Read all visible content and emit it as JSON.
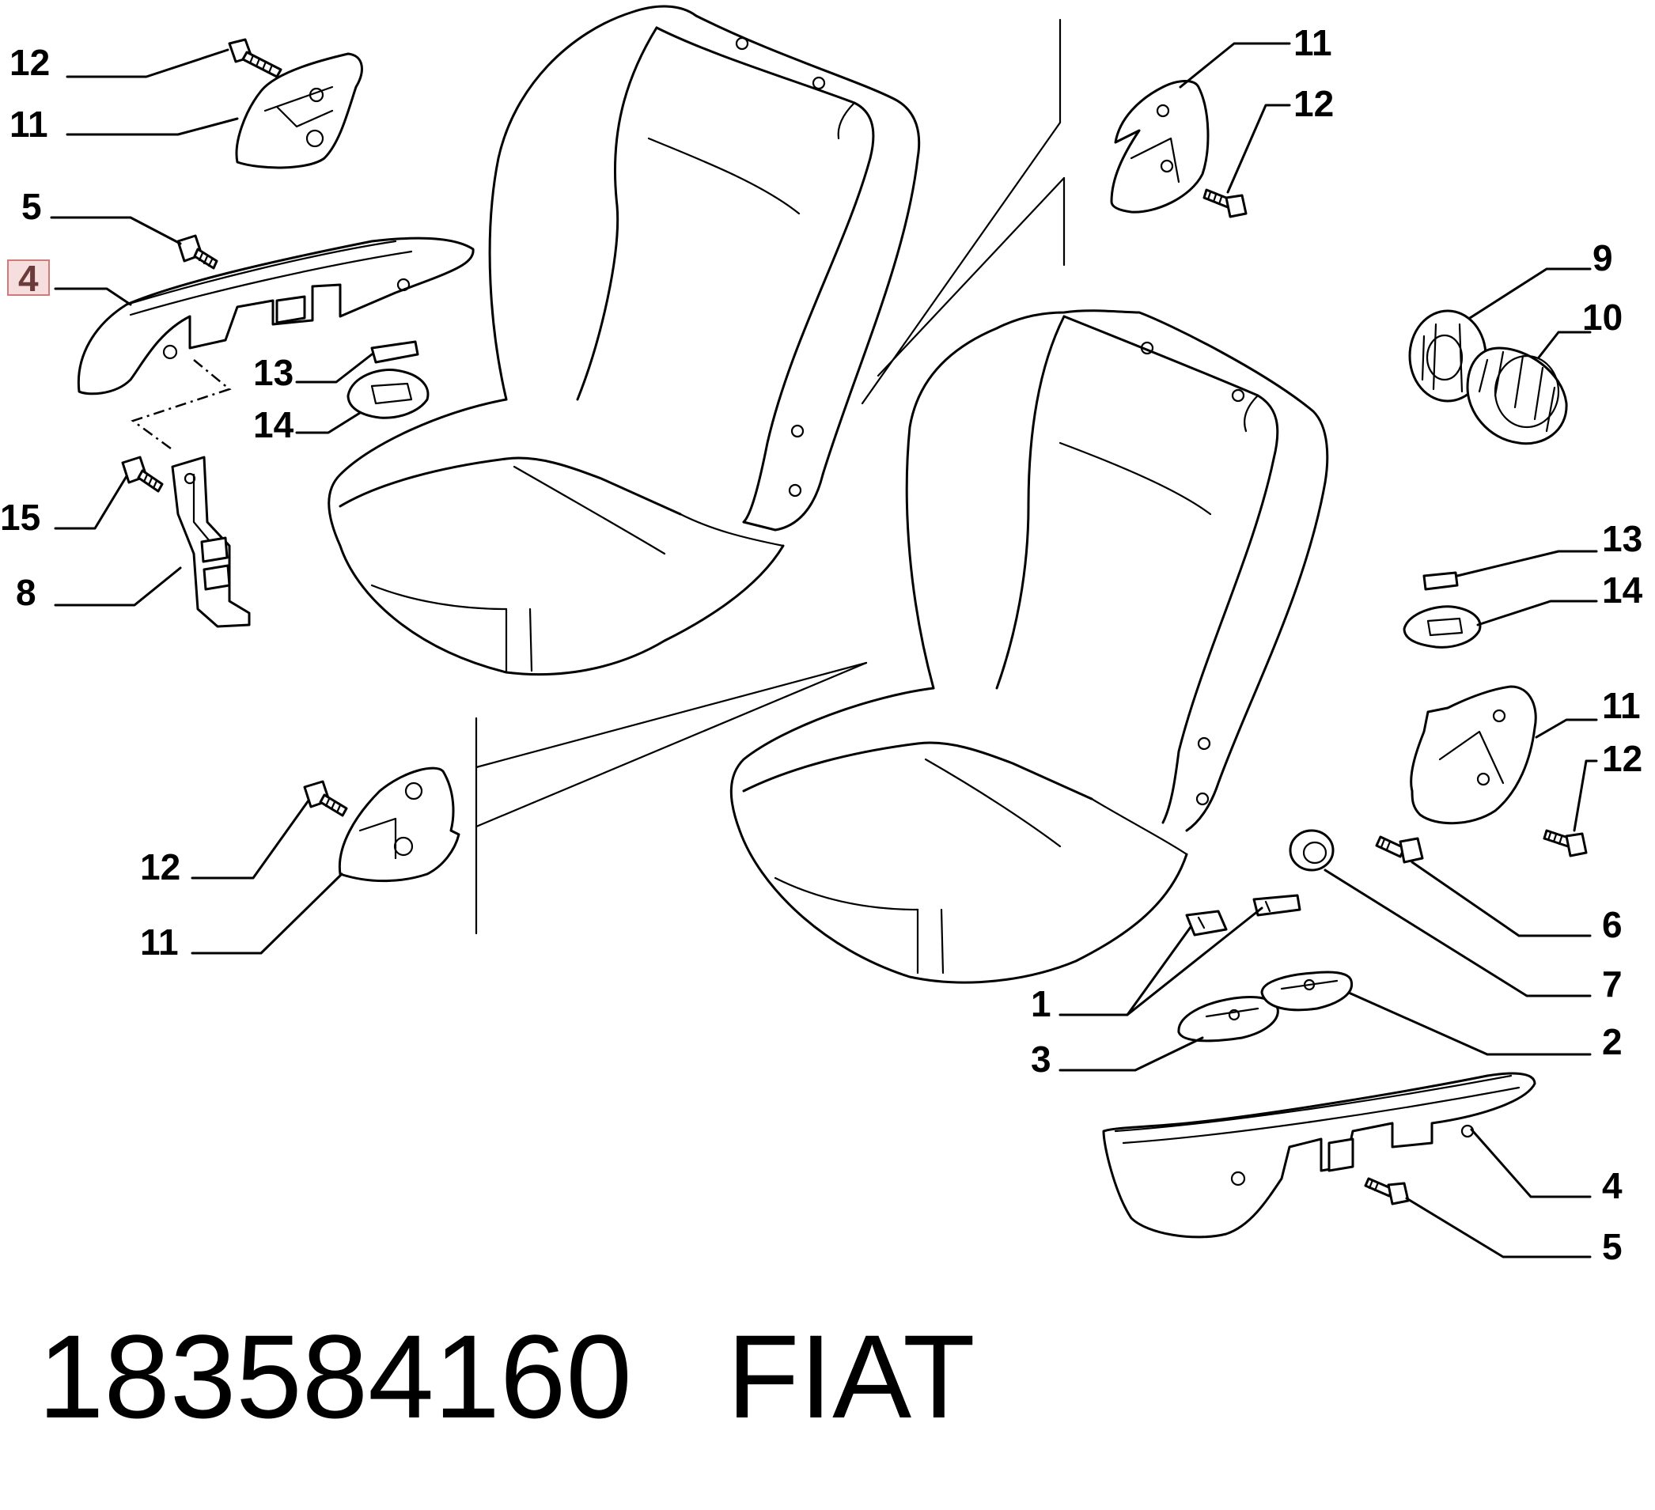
{
  "part_number": "183584160",
  "brand": "FIAT",
  "highlighted_label": "4",
  "callouts": {
    "tl_12": "12",
    "tl_11": "11",
    "tl_5": "5",
    "tl_4": "4",
    "tl_13": "13",
    "tl_14": "14",
    "tl_15": "15",
    "tl_8": "8",
    "bl_12": "12",
    "bl_11": "11",
    "tr_11": "11",
    "tr_12": "12",
    "tr_9": "9",
    "tr_10": "10",
    "r_13": "13",
    "r_14": "14",
    "r_11": "11",
    "r_12": "12",
    "r_6": "6",
    "r_7": "7",
    "r_2": "2",
    "r_4": "4",
    "r_5": "5",
    "c_1": "1",
    "c_3": "3"
  }
}
